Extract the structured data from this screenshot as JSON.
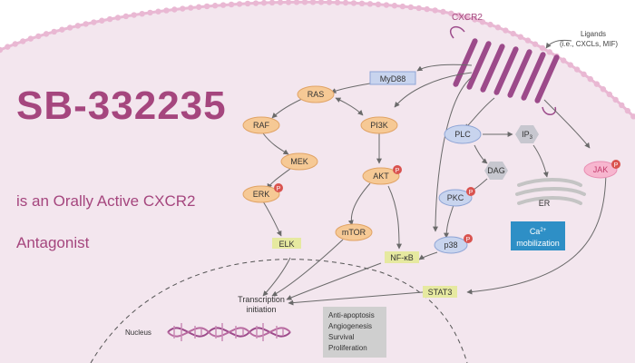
{
  "title": "SB-332235",
  "subtitle_line1": "is an Orally Active CXCR2",
  "subtitle_line2": "Antagonist",
  "receptor": {
    "label": "CXCR2"
  },
  "ligands": {
    "line1": "Ligands",
    "line2": "(i.e., CXCLs, MIF)"
  },
  "nodes": {
    "myd88": "MyD88",
    "ras": "RAS",
    "raf": "RAF",
    "mek": "MEK",
    "erk": "ERK",
    "elk": "ELK",
    "pi3k": "PI3K",
    "akt": "AKT",
    "mtor": "mTOR",
    "nfkb": "NF-κB",
    "plc": "PLC",
    "ip3": "IP",
    "ip3_sub": "3",
    "dag": "DAG",
    "pkc": "PKC",
    "p38": "p38",
    "er": "ER",
    "ca_line1": "Ca",
    "ca_sup": "2+",
    "ca_line2": "mobilization",
    "jak": "JAK",
    "stat3": "STAT3",
    "phospho": "P"
  },
  "nucleus": {
    "label": "Nucleus",
    "transcription_line1": "Transcription",
    "transcription_line2": "initiation",
    "outcomes": [
      "Anti-apoptosis",
      "Angiogenesis",
      "Survival",
      "Proliferation"
    ]
  },
  "colors": {
    "brand": "#a5467e",
    "membrane_fill": "#f3e6ee",
    "membrane_edge": "#e9b8d3",
    "receptor": "#9c4a8a",
    "blue_node": "#c8d4ee",
    "blue_node_stroke": "#8fa5d6",
    "orange_node": "#f6c995",
    "orange_node_stroke": "#e1a466",
    "gray_node": "#c7c7cf",
    "yellow_node": "#e6e9a0",
    "pink_node": "#f7b6cf",
    "phospho": "#d9534f",
    "ca_box": "#2e8fc6",
    "arrow": "#6a6a6a",
    "text_dark": "#444444",
    "outcome_box": "#cfcfcf"
  }
}
